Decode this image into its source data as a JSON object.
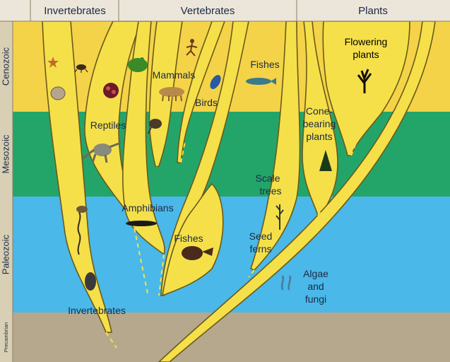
{
  "header": {
    "columns": [
      {
        "label": "Invertebrates"
      },
      {
        "label": "Vertebrates"
      },
      {
        "label": "Plants"
      }
    ]
  },
  "eras": [
    {
      "label": "Cenozoic",
      "color": "#f4d348"
    },
    {
      "label": "Mesozoic",
      "color": "#23a56a"
    },
    {
      "label": "Paleozoic",
      "color": "#4ab8e8"
    },
    {
      "label": "Precambrian",
      "color": "#b6a88c"
    }
  ],
  "groups": {
    "invertebrates_top": "Invertebrates",
    "reptiles": "Reptiles",
    "mammals": "Mammals",
    "birds": "Birds",
    "fishes_top": "Fishes",
    "amphibians": "Amphibians",
    "fishes_bottom": "Fishes",
    "flowering": [
      "Flowering",
      "plants"
    ],
    "cone": [
      "Cone-",
      "bearing",
      "plants"
    ],
    "scale": [
      "Scale",
      "trees"
    ],
    "seed": [
      "Seed",
      "ferns"
    ],
    "algae": [
      "Algae",
      "and",
      "fungi"
    ]
  },
  "colors": {
    "lineage": "#f5e04a",
    "lineage_edge": "#6a5a1a",
    "label_bg": "#d8cfb4",
    "header_bg": "#ece6da",
    "text": "#1c2a44"
  }
}
